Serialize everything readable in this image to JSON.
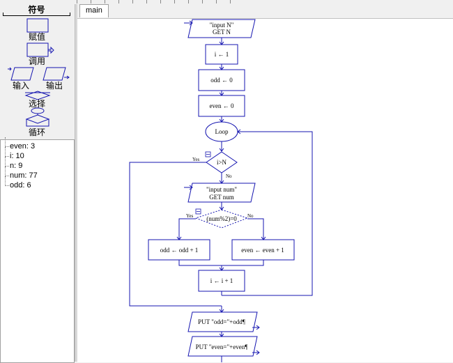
{
  "palette": {
    "title": "符号",
    "items": [
      {
        "label": "赋值",
        "icon": "process-rect-icon"
      },
      {
        "label": "调用",
        "icon": "call-rect-icon"
      },
      {
        "label": "输入",
        "icon": "input-parallelogram-icon"
      },
      {
        "label": "输出",
        "icon": "output-parallelogram-icon"
      },
      {
        "label": "选择",
        "icon": "decision-diamond-icon"
      },
      {
        "label": "循环",
        "icon": "loop-ellipse-icon"
      }
    ]
  },
  "variables": [
    {
      "label": "even: 3"
    },
    {
      "label": "i: 10"
    },
    {
      "label": "n: 9"
    },
    {
      "label": "num: 77"
    },
    {
      "label": "odd: 6"
    }
  ],
  "tabs": [
    {
      "label": "main"
    }
  ],
  "flowchart": {
    "input_n_line1": "\"input N\"",
    "input_n_line2": "GET N",
    "assign_i": "i ← 1",
    "assign_odd": "odd ← 0",
    "assign_even": "even ← 0",
    "loop_label": "Loop",
    "loop_condition": "i>N",
    "yes_label": "Yes",
    "no_label": "No",
    "input_num_line1": "\"input num\"",
    "input_num_line2": "GET num",
    "branch_condition": "(num%2)=0",
    "branch_yes": "Yes",
    "branch_no": "No",
    "odd_increment": "odd ← odd + 1",
    "even_increment": "even ← even + 1",
    "i_increment": "i ← i + 1",
    "put_odd": "PUT \"odd=\"+odd¶",
    "put_even": "PUT \"even=\"+even¶"
  },
  "colors": {
    "shape_stroke": "#1515b0",
    "line": "#1515b0"
  }
}
